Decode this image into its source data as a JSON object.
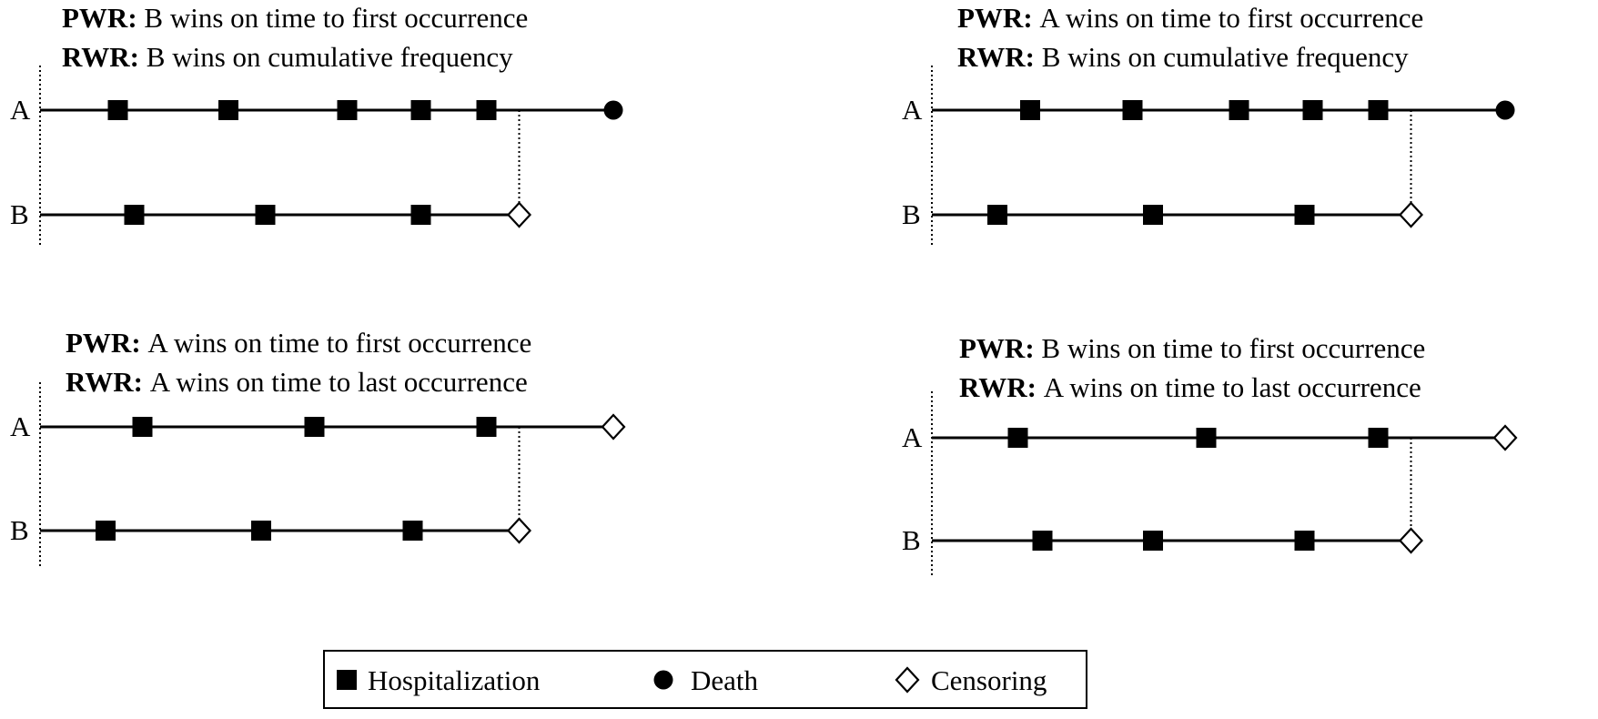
{
  "panels": [
    {
      "pwr_label": "PWR:",
      "pwr_text": " B wins on time to first occurrence",
      "rwr_label": "RWR:",
      "rwr_text": " B wins on cumulative frequency",
      "rows": [
        {
          "label": "A",
          "events": [
            {
              "type": "hospitalization",
              "time": 0.095
            },
            {
              "type": "hospitalization",
              "time": 0.23
            },
            {
              "type": "hospitalization",
              "time": 0.375
            },
            {
              "type": "hospitalization",
              "time": 0.465
            },
            {
              "type": "hospitalization",
              "time": 0.545
            },
            {
              "type": "death",
              "time": 0.7
            }
          ]
        },
        {
          "label": "B",
          "events": [
            {
              "type": "hospitalization",
              "time": 0.115
            },
            {
              "type": "hospitalization",
              "time": 0.275
            },
            {
              "type": "hospitalization",
              "time": 0.465
            },
            {
              "type": "censoring",
              "time": 0.585
            }
          ]
        }
      ]
    },
    {
      "pwr_label": "PWR:",
      "pwr_text": " A wins on time to first occurrence",
      "rwr_label": "RWR:",
      "rwr_text": " B wins on cumulative frequency",
      "rows": [
        {
          "label": "A",
          "events": [
            {
              "type": "hospitalization",
              "time": 0.12
            },
            {
              "type": "hospitalization",
              "time": 0.245
            },
            {
              "type": "hospitalization",
              "time": 0.375
            },
            {
              "type": "hospitalization",
              "time": 0.465
            },
            {
              "type": "hospitalization",
              "time": 0.545
            },
            {
              "type": "death",
              "time": 0.7
            }
          ]
        },
        {
          "label": "B",
          "events": [
            {
              "type": "hospitalization",
              "time": 0.08
            },
            {
              "type": "hospitalization",
              "time": 0.27
            },
            {
              "type": "hospitalization",
              "time": 0.455
            },
            {
              "type": "censoring",
              "time": 0.585
            }
          ]
        }
      ]
    },
    {
      "pwr_label": "PWR:",
      "pwr_text": " A wins on time to first occurrence",
      "rwr_label": "RWR:",
      "rwr_text": " A wins on time to last occurrence",
      "rows": [
        {
          "label": "A",
          "events": [
            {
              "type": "hospitalization",
              "time": 0.125
            },
            {
              "type": "hospitalization",
              "time": 0.335
            },
            {
              "type": "hospitalization",
              "time": 0.545
            },
            {
              "type": "censoring",
              "time": 0.7
            }
          ]
        },
        {
          "label": "B",
          "events": [
            {
              "type": "hospitalization",
              "time": 0.08
            },
            {
              "type": "hospitalization",
              "time": 0.27
            },
            {
              "type": "hospitalization",
              "time": 0.455
            },
            {
              "type": "censoring",
              "time": 0.585
            }
          ]
        }
      ]
    },
    {
      "pwr_label": "PWR:",
      "pwr_text": " B wins on time to first occurrence",
      "rwr_label": "RWR:",
      "rwr_text": " A wins on time to last occurrence",
      "rows": [
        {
          "label": "A",
          "events": [
            {
              "type": "hospitalization",
              "time": 0.105
            },
            {
              "type": "hospitalization",
              "time": 0.335
            },
            {
              "type": "hospitalization",
              "time": 0.545
            },
            {
              "type": "censoring",
              "time": 0.7
            }
          ]
        },
        {
          "label": "B",
          "events": [
            {
              "type": "hospitalization",
              "time": 0.135
            },
            {
              "type": "hospitalization",
              "time": 0.27
            },
            {
              "type": "hospitalization",
              "time": 0.455
            },
            {
              "type": "censoring",
              "time": 0.585
            }
          ]
        }
      ]
    }
  ],
  "legend": {
    "items": [
      {
        "label": "Hospitalization",
        "icon": "filled-square-icon"
      },
      {
        "label": "Death",
        "icon": "filled-circle-icon"
      },
      {
        "label": "Censoring",
        "icon": "open-diamond-icon"
      }
    ]
  }
}
